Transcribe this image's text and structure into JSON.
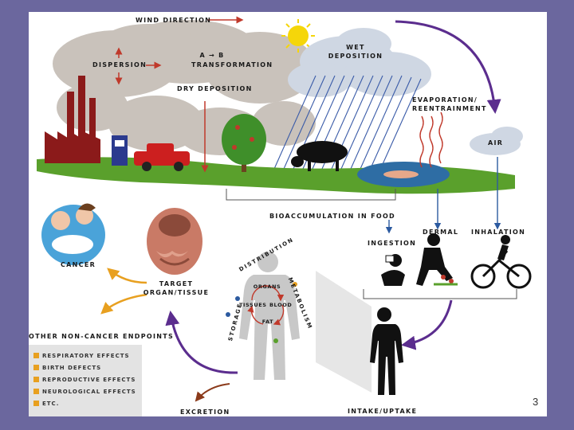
{
  "labels": {
    "wind_direction": "WIND DIRECTION",
    "dispersion": "DISPERSION",
    "a_to_b": "A → B",
    "transformation": "TRANSFORMATION",
    "dry_deposition": "DRY DEPOSITION",
    "wet_deposition_1": "WET",
    "wet_deposition_2": "DEPOSITION",
    "evaporation_1": "EVAPORATION/",
    "evaporation_2": "REENTRAINMENT",
    "air": "AIR",
    "bioaccumulation": "BIOACCUMULATION IN FOOD",
    "ingestion": "INGESTION",
    "dermal": "DERMAL",
    "inhalation": "INHALATION",
    "cancer": "CANCER",
    "target_1": "TARGET",
    "target_2": "ORGAN/TISSUE",
    "other_endpoints": "OTHER NON-CANCER ENDPOINTS",
    "excretion": "EXCRETION",
    "intake": "INTAKE/UPTAKE",
    "organs": "ORGANS",
    "tissues": "TISSUES",
    "blood": "BLOOD",
    "fat": "FAT",
    "distribution": "DISTRIBUTION",
    "metabolism": "METABOLISM",
    "storage": "STORAGE"
  },
  "endpoints": [
    "RESPIRATORY EFFECTS",
    "BIRTH DEFECTS",
    "REPRODUCTIVE EFFECTS",
    "NEUROLOGICAL EFFECTS",
    "ETC."
  ],
  "slide_number": "3",
  "colors": {
    "background": "#6b679e",
    "arrow_red": "#c0392b",
    "arrow_purple": "#5b2d8e",
    "arrow_orange": "#e8a020",
    "arrow_blue": "#2c5aa0",
    "ground": "#5aa02c",
    "water": "#2e6da4"
  }
}
